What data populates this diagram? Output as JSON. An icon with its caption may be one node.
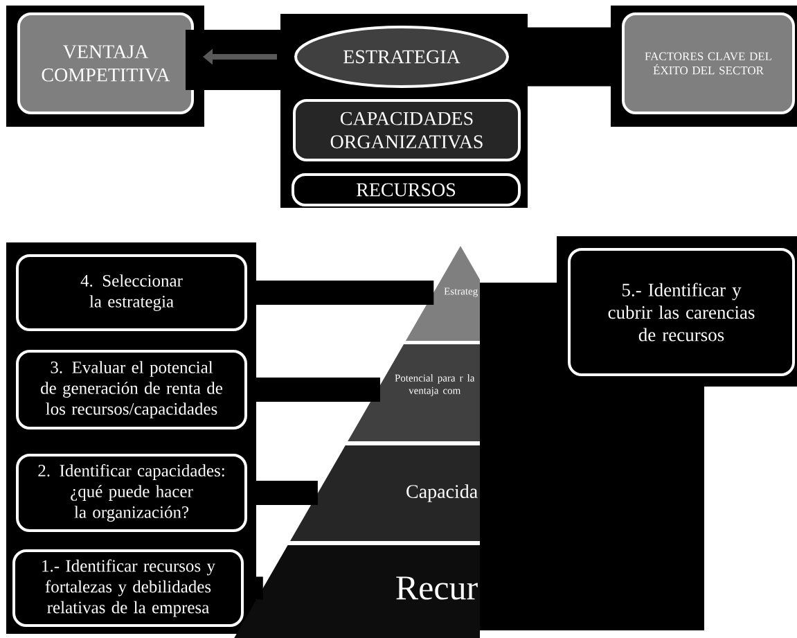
{
  "diagram": {
    "nodes": [
      {
        "text": [
          "VENTAJA COMPETITIVA"
        ]
      },
      {
        "text": [
          "ESTRATEGIA"
        ]
      },
      {
        "text": [
          "CAPACIDADES ORGANIZATIVAS"
        ]
      },
      {
        "text": [
          "RECURSOS"
        ]
      },
      {
        "text": [
          "FACTORES CLAVE DEL ÉXITO DEL SECTOR"
        ]
      },
      {
        "text": [
          "4. Seleccionar la estrategia"
        ]
      },
      {
        "text": [
          "3. Evaluar el potencial de generación de renta de los recursos/capacidades"
        ]
      },
      {
        "text": [
          "2. Identificar capacidades: ¿qué puede hacer la organización?"
        ]
      },
      {
        "text": [
          "1.- Identificar recursos y fortalezas y debilidades relativas de la empresa"
        ]
      },
      {
        "text": [
          "Estrateg"
        ]
      },
      {
        "text": [
          "Potencial para r la ventaja com"
        ]
      },
      {
        "text": [
          "Capacida"
        ]
      },
      {
        "text": [
          "Recur"
        ]
      },
      {
        "text": [
          "5.- Identificar y cubrir las carencias de recursos"
        ]
      },
      {
        "text": [],
        "shape": "box"
      }
    ],
    "edges": [
      {
        "from": 1,
        "to": 0,
        "arrow": "to",
        "color": "#595959"
      },
      {
        "from": 1,
        "to": 4,
        "arrow": "none",
        "style": "thick"
      },
      {
        "from": 5,
        "to": 9,
        "arrow": "none"
      },
      {
        "from": 6,
        "to": 10,
        "arrow": "none"
      },
      {
        "from": 7,
        "to": 11,
        "arrow": "none"
      },
      {
        "from": 8,
        "to": 12,
        "arrow": "none"
      }
    ]
  }
}
